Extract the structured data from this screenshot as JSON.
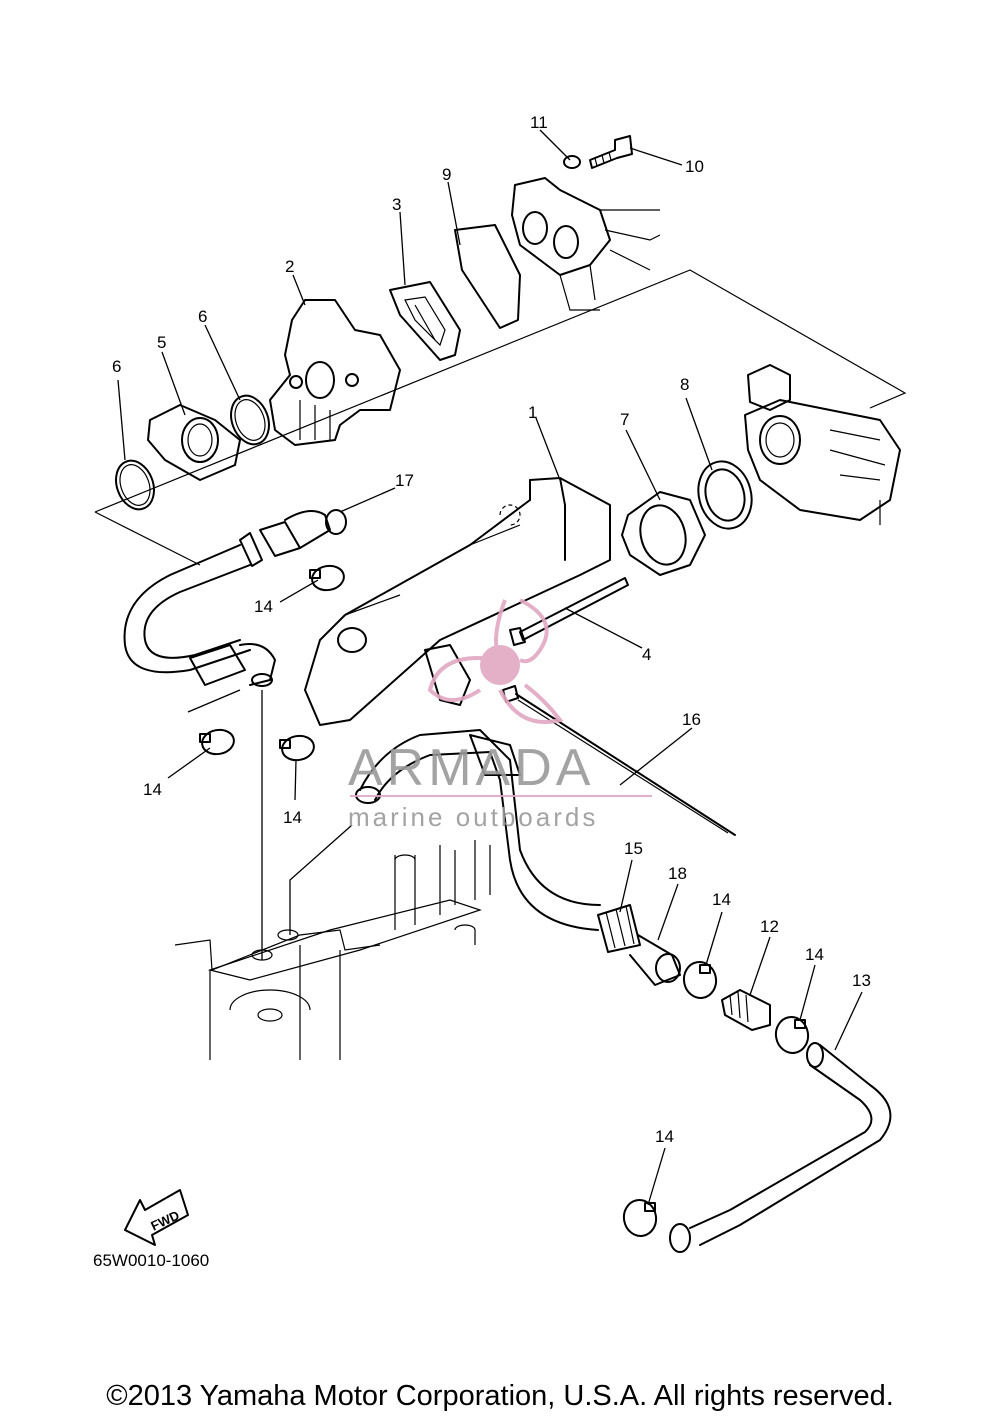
{
  "diagram": {
    "callouts": [
      "1",
      "2",
      "3",
      "4",
      "5",
      "6",
      "6",
      "7",
      "8",
      "9",
      "10",
      "11",
      "12",
      "13",
      "14",
      "14",
      "14",
      "14",
      "14",
      "14",
      "15",
      "16",
      "17",
      "18"
    ],
    "fwd_label": "FWD",
    "drawing_code": "65W0010-1060"
  },
  "watermark": {
    "brand": "ARMADA",
    "tagline": "marine outboards",
    "color": "#e2a8c2"
  },
  "footer": {
    "copyright": "©2013 Yamaha Motor Corporation, U.S.A. All rights reserved."
  }
}
